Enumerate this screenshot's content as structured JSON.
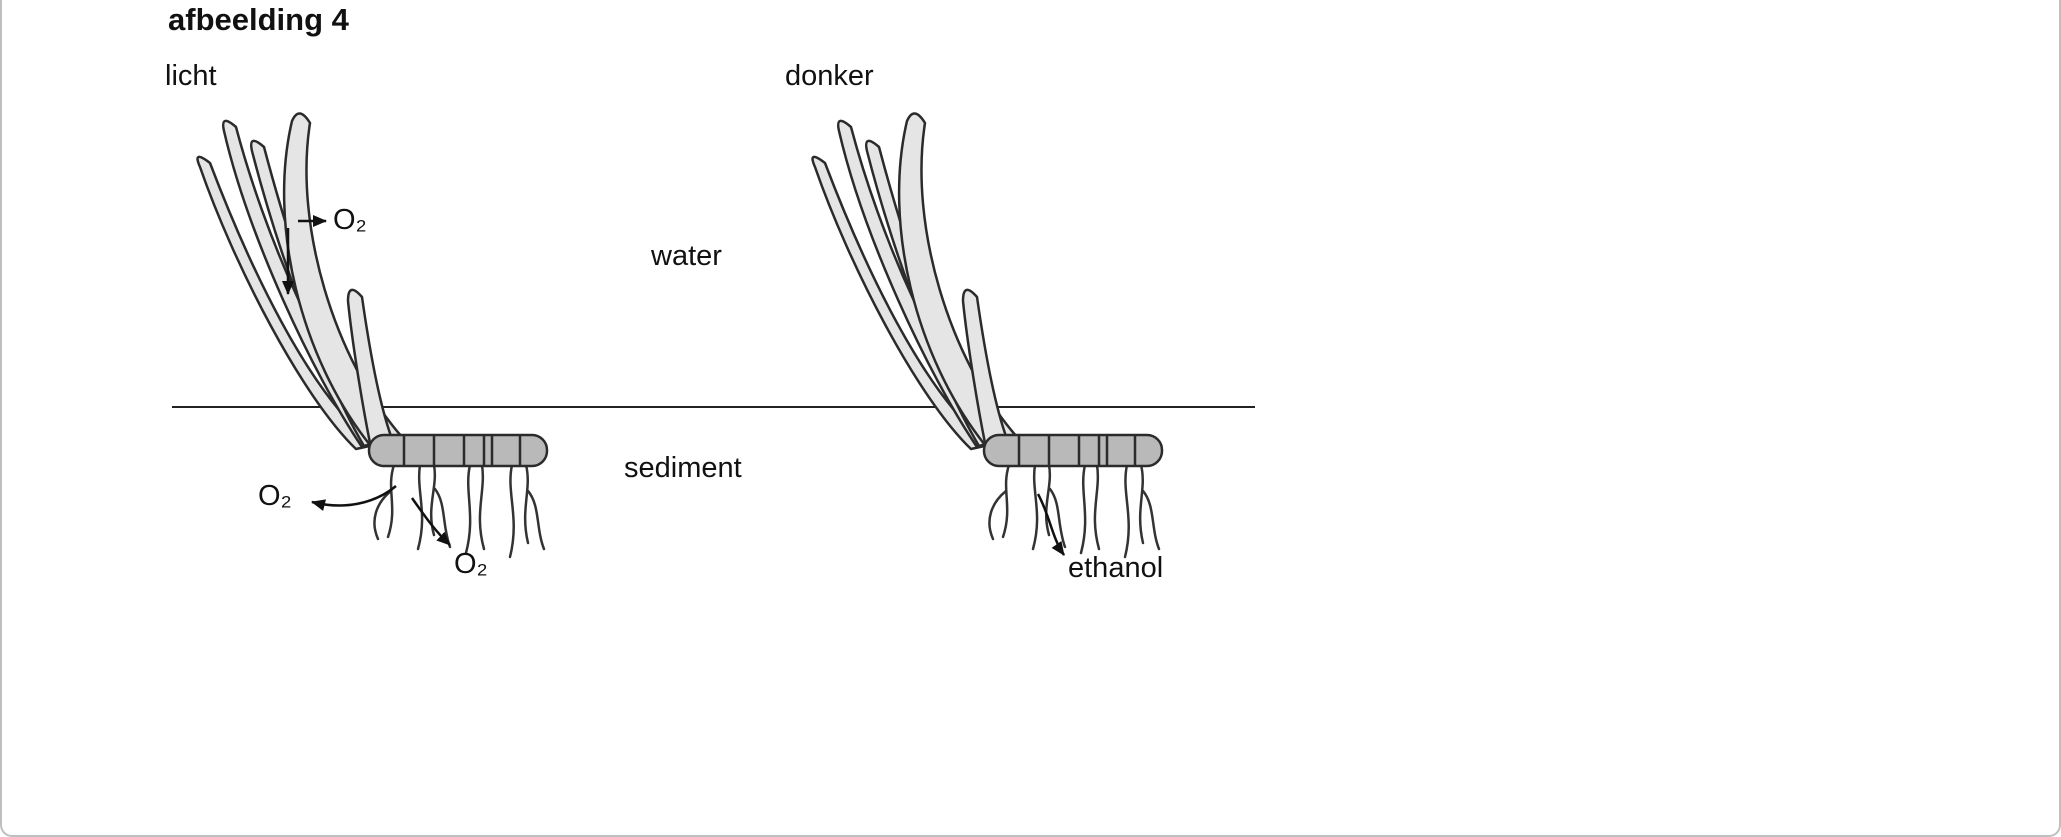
{
  "figure": {
    "title": "afbeelding 4",
    "environment": {
      "water_label": "water",
      "sediment_label": "sediment"
    },
    "panels": [
      {
        "condition": "licht",
        "leaf_output": "O₂",
        "root_output_left": "O₂",
        "root_output_bottom": "O₂"
      },
      {
        "condition": "donker",
        "root_output": "ethanol"
      }
    ],
    "colors": {
      "leaf": "#e5e5e5",
      "rhizome": "#b9b9b9",
      "outline": "#222222",
      "border": "#bfbfbf"
    }
  }
}
